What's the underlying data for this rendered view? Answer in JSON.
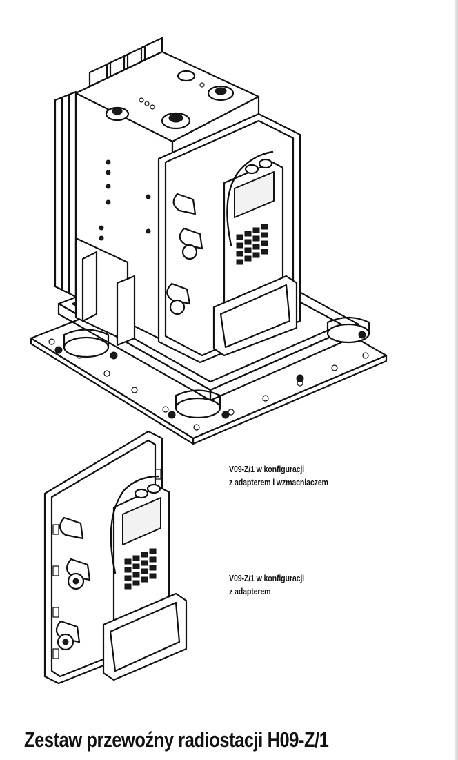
{
  "figures": {
    "top": {
      "caption_line1": "V09-Z/1 w konfiguracji",
      "caption_line2": "z adapterem i wzmacniaczem"
    },
    "bottom": {
      "caption_line1": "V09-Z/1 w konfiguracji",
      "caption_line2": "z adapterem"
    }
  },
  "section": {
    "heading": "Zestaw przewoźny radiostacji H09-Z/1"
  }
}
